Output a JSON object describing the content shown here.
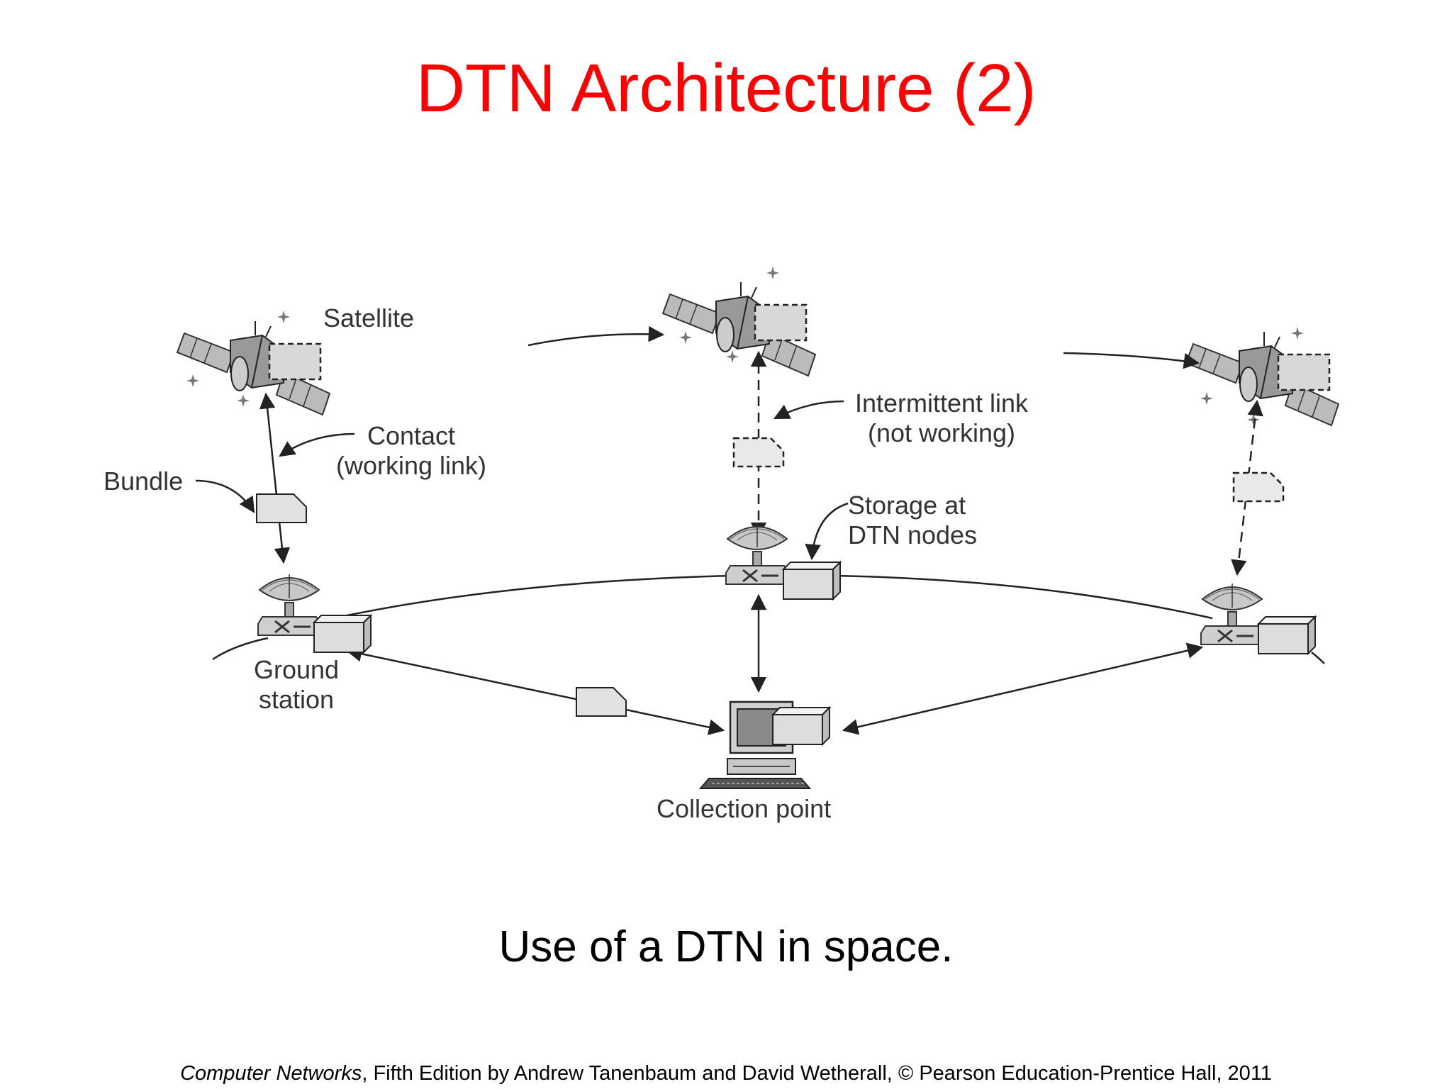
{
  "slide": {
    "title": "DTN Architecture (2)",
    "caption": "Use of a DTN in space."
  },
  "labels": {
    "satellite": "Satellite",
    "contact_line1": "Contact",
    "contact_line2": "(working link)",
    "bundle": "Bundle",
    "intermittent_line1": "Intermittent link",
    "intermittent_line2": "(not working)",
    "storage_line1": "Storage at",
    "storage_line2": "DTN nodes",
    "ground_line1": "Ground",
    "ground_line2": "station",
    "collection": "Collection point"
  },
  "footer": {
    "book": "Computer Networks",
    "rest": ", Fifth Edition by Andrew Tanenbaum and David Wetherall, © Pearson Education-Prentice Hall, 2011"
  },
  "colors": {
    "title": "#ff0000",
    "line": "#222222",
    "fill": "#e2e2e2"
  },
  "icons": [
    "satellite-icon",
    "dish-antenna-icon",
    "storage-box-icon",
    "bundle-icon",
    "computer-icon",
    "sparkle-icon"
  ]
}
